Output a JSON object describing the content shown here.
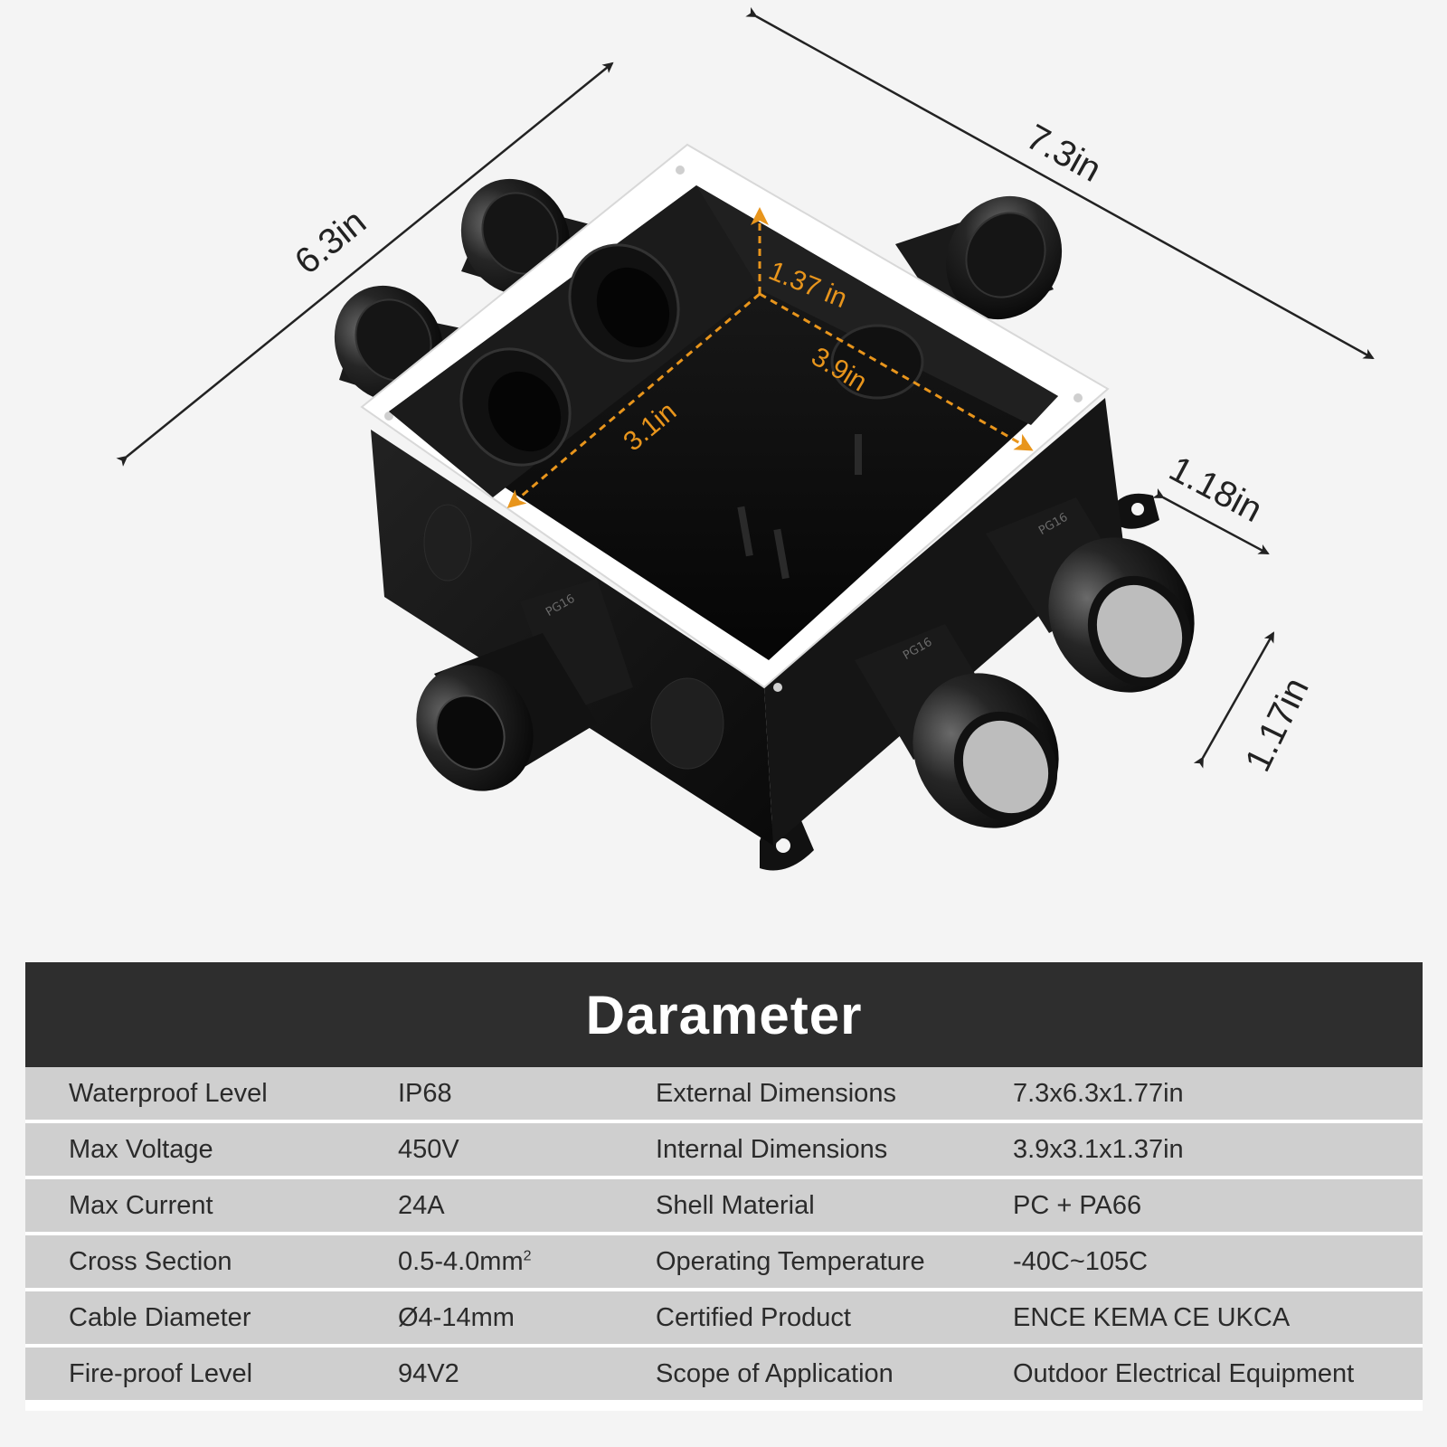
{
  "figure": {
    "dimensions": {
      "overall_width": "6.3in",
      "overall_length": "7.3in",
      "gland_width": "1.18in",
      "gland_height": "1.17in",
      "inner_depth": "1.37 in",
      "inner_length": "3.9in",
      "inner_width": "3.1in"
    },
    "gland_marking": "PG16",
    "colors": {
      "housing": "#0b0b0b",
      "lid_rim": "#ffffff",
      "inner_dimension": "#e8951c",
      "dimension_line": "#222222"
    }
  },
  "specs": {
    "title": "Darameter",
    "rows": [
      {
        "k1": "Waterproof Level",
        "v1": "IP68",
        "k2": "External Dimensions",
        "v2": "7.3x6.3x1.77in"
      },
      {
        "k1": "Max Voltage",
        "v1": "450V",
        "k2": "Internal Dimensions",
        "v2": "3.9x3.1x1.37in"
      },
      {
        "k1": "Max Current",
        "v1": "24A",
        "k2": "Shell Material",
        "v2": "PC + PA66"
      },
      {
        "k1": "Cross Section",
        "v1": "0.5-4.0mm",
        "v1_sup": "2",
        "k2": "Operating Temperature",
        "v2": "-40C~105C"
      },
      {
        "k1": "Cable Diameter",
        "v1": "Ø4-14mm",
        "k2": "Certified Product",
        "v2": "ENCE KEMA CE UKCA"
      },
      {
        "k1": "Fire-proof Level",
        "v1": "94V2",
        "k2": "Scope of Application",
        "v2": "Outdoor Electrical Equipment"
      }
    ]
  }
}
